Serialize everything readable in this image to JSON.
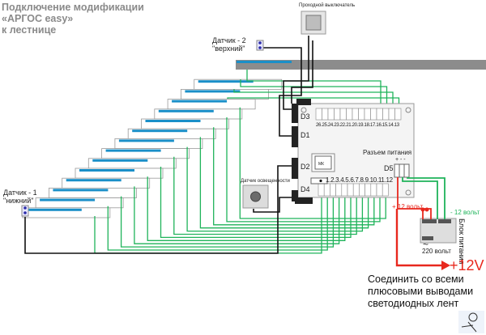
{
  "title": {
    "line1": "Подключение модификации",
    "line2": " «АРГОС easy»",
    "line3": "к  лестнице"
  },
  "sensors": {
    "top": {
      "label": "Датчик - 2",
      "sublabel": "\"верхний\""
    },
    "bottom": {
      "label": "Датчик - 1",
      "sublabel": "\"нижний\""
    },
    "light": {
      "label": "Датчик освещенности"
    },
    "switch": {
      "label": "Проходной выключатель"
    }
  },
  "controller": {
    "connectors": [
      "D1",
      "D2",
      "D3",
      "D4",
      "D5"
    ],
    "mcu_label": "МК",
    "power_connector_label": "Разъем питания",
    "power_polarity": "+ - -",
    "outputs_top": "26.25.24.23.22.21.20.19.18.17.16.15.14.13",
    "outputs_bottom": "1.2.3.4.5.6.7.8.9.10.11.12"
  },
  "power_supply": {
    "label": "Блок питания",
    "plus_label": "+ 12 вольт",
    "minus_label": "- 12 вольт",
    "ac_label": "220 вольт",
    "ac_symbol": "~"
  },
  "output": {
    "voltage": "+12V",
    "note_line1": "Соединить со всеми",
    "note_line2": "плюсовыми выводами",
    "note_line3": "светодиодных лент"
  },
  "stairs": {
    "step_count": 15
  },
  "colors": {
    "led_strip": "#1a8fc8",
    "wire_green": "#1fb35a",
    "wire_red": "#e8281e",
    "wire_black": "#111111",
    "board": "#f4f4f4",
    "title_gray": "#8a8a8a"
  }
}
